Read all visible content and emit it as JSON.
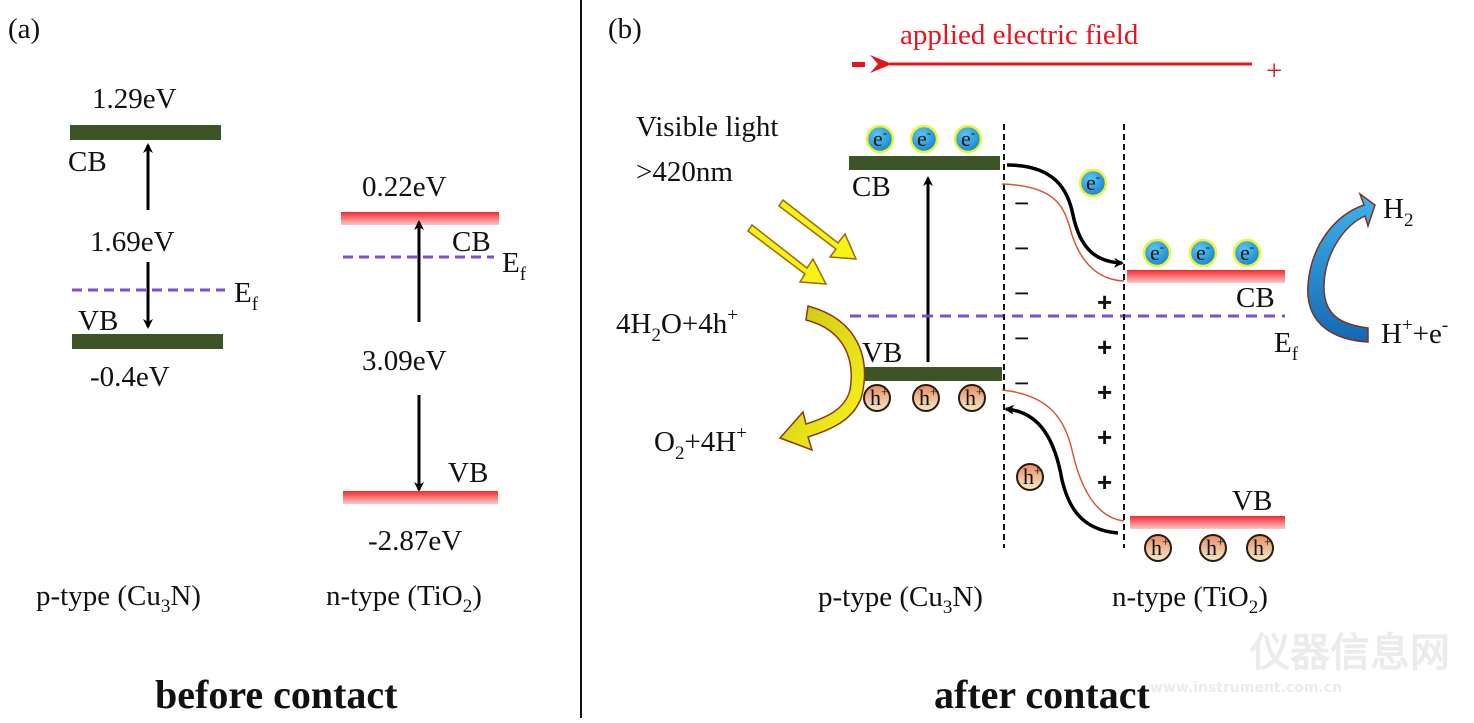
{
  "panel_a": {
    "label": "(a)",
    "caption": "before contact",
    "p_type": {
      "name_prefix": "p-type (Cu",
      "name_sub": "3",
      "name_suffix": "N)",
      "cb_energy": "1.29eV",
      "vb_energy": "-0.4eV",
      "band_gap": "1.69eV",
      "cb_label": "CB",
      "vb_label": "VB",
      "fermi_label": "E",
      "fermi_sub": "f",
      "band_color": "#3d5526"
    },
    "n_type": {
      "name_prefix": "n-type (TiO",
      "name_sub": "2",
      "name_suffix": ")",
      "cb_energy": "0.22eV",
      "vb_energy": "-2.87eV",
      "band_gap": "3.09eV",
      "cb_label": "CB",
      "vb_label": "VB",
      "fermi_label": "E",
      "fermi_sub": "f",
      "band_color": "#f0383c"
    }
  },
  "panel_b": {
    "label": "(b)",
    "caption": "after contact",
    "field": {
      "label": "applied electric field",
      "negative": "-",
      "positive": "+",
      "color": "#e8141c"
    },
    "light": {
      "line1": "Visible light",
      "line2": ">420nm"
    },
    "p_type": {
      "name_prefix": "p-type (Cu",
      "name_sub": "3",
      "name_suffix": "N)",
      "cb_label": "CB",
      "vb_label": "VB"
    },
    "n_type": {
      "name_prefix": "n-type (TiO",
      "name_sub": "2",
      "name_suffix": ")",
      "cb_label": "CB",
      "vb_label": "VB",
      "fermi_label": "E",
      "fermi_sub": "f"
    },
    "electron": {
      "symbol": "e",
      "charge": "-"
    },
    "hole": {
      "symbol": "h",
      "charge": "+"
    },
    "depletion": {
      "negative_sign": "−",
      "positive_sign": "+",
      "negative_count": 5,
      "positive_count": 5
    },
    "oxidation": {
      "reactant": [
        "4H",
        "2",
        "O+4h",
        "+"
      ],
      "product": [
        "O",
        "2",
        "+4H",
        "+"
      ]
    },
    "reduction": {
      "product": [
        "H",
        "2"
      ],
      "reactant": [
        "H",
        "+",
        "+e",
        "-"
      ]
    },
    "colors": {
      "electron": "#1e9ad8",
      "hole": "#d9b98a",
      "fermi": "#7b4fd0",
      "yellow_arrow": "#f4ef10",
      "blue_arrow": "#2a8ed6"
    }
  },
  "watermark": {
    "text": "仪器信息网",
    "url_text": "www.instrument.com.cn"
  }
}
